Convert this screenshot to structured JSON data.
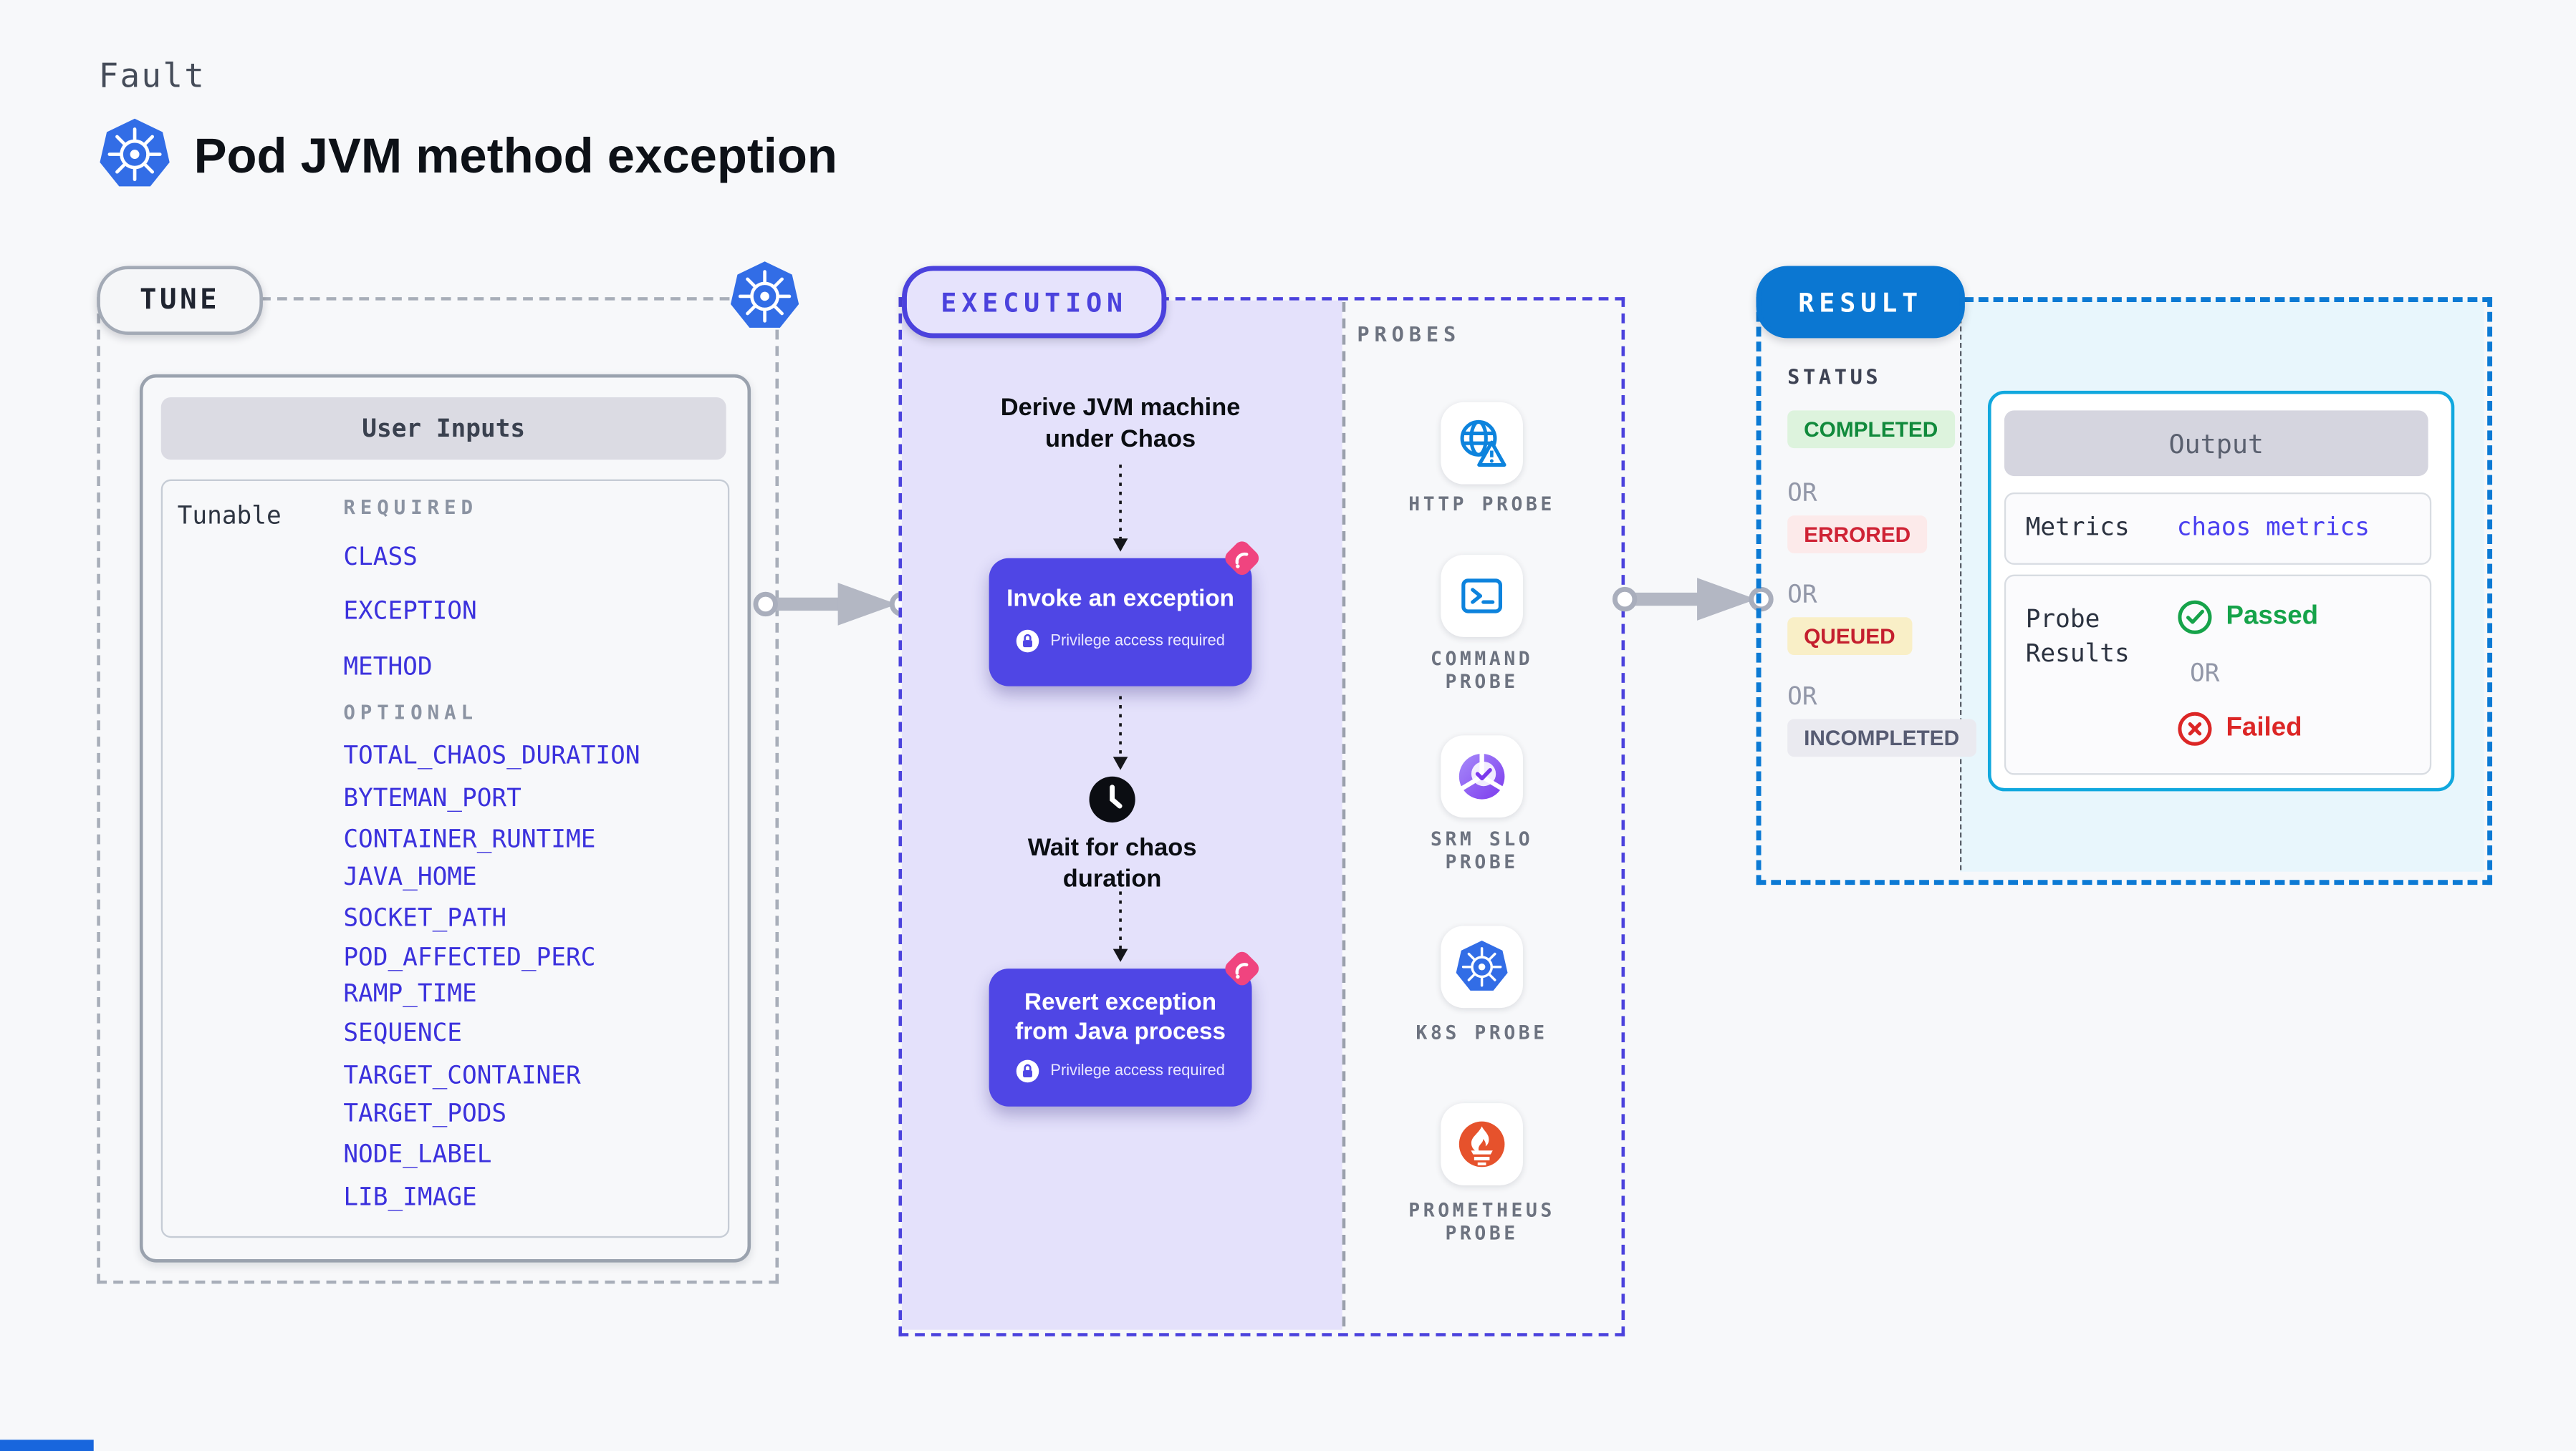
{
  "header": {
    "kicker": "Fault",
    "title": "Pod JVM method exception"
  },
  "tune": {
    "badge": "TUNE",
    "panel_title": "User Inputs",
    "row_label": "Tunable",
    "required_label": "REQUIRED",
    "optional_label": "OPTIONAL",
    "required_items": [
      "CLASS",
      "EXCEPTION",
      "METHOD"
    ],
    "optional_items": [
      "TOTAL_CHAOS_DURATION",
      "BYTEMAN_PORT",
      "CONTAINER_RUNTIME",
      "JAVA_HOME",
      "SOCKET_PATH",
      "POD_AFFECTED_PERC",
      "RAMP_TIME",
      "SEQUENCE",
      "TARGET_CONTAINER",
      "TARGET_PODS",
      "NODE_LABEL",
      "LIB_IMAGE"
    ]
  },
  "execution": {
    "badge": "EXECUTION",
    "derive_l1": "Derive JVM machine",
    "derive_l2": "under Chaos",
    "invoke_title": "Invoke an exception",
    "privilege": "Privilege access required",
    "wait_l1": "Wait for chaos",
    "wait_l2": "duration",
    "revert_l1": "Revert exception",
    "revert_l2": "from Java process"
  },
  "probes": {
    "heading": "PROBES",
    "items": [
      {
        "l1": "HTTP PROBE",
        "l2": ""
      },
      {
        "l1": "COMMAND",
        "l2": "PROBE"
      },
      {
        "l1": "SRM SLO",
        "l2": "PROBE"
      },
      {
        "l1": "K8S PROBE",
        "l2": ""
      },
      {
        "l1": "PROMETHEUS",
        "l2": "PROBE"
      }
    ]
  },
  "result": {
    "badge": "RESULT",
    "status_label": "STATUS",
    "or": "OR",
    "statuses": {
      "completed": "COMPLETED",
      "errored": "ERRORED",
      "queued": "QUEUED",
      "incompleted": "INCOMPLETED"
    },
    "output": {
      "title": "Output",
      "metrics_label": "Metrics",
      "metrics_value": "chaos metrics",
      "probe_label": "Probe Results",
      "passed": "Passed",
      "or": "OR",
      "failed": "Failed"
    }
  },
  "colors": {
    "indigo": "#4f46e5",
    "kubernetes_blue": "#326de6",
    "result_blue": "#0b77d2",
    "cyan_border": "#11a8de",
    "pink": "#f0447f",
    "green": "#16a34a",
    "red": "#dc2626",
    "lavender_bg": "#e4e1fb",
    "cyan_bg": "#e8f6fc"
  },
  "icons": {
    "kubernetes": "kubernetes-logo",
    "lock": "lock",
    "clock": "clock",
    "chaos": "chaos-spark",
    "http": "globe-warning",
    "command": "terminal",
    "srm_slo": "gauge-check",
    "prometheus": "prometheus-flame",
    "check": "check-circle",
    "cross": "x-circle"
  }
}
